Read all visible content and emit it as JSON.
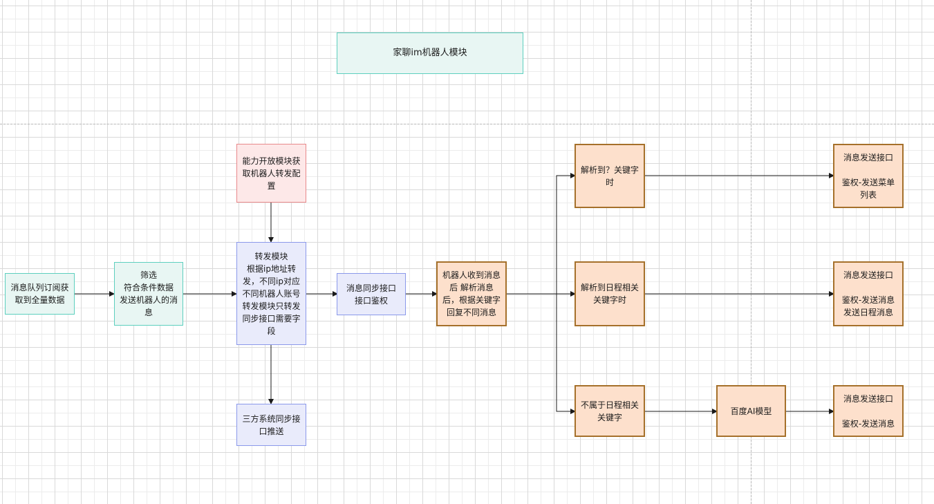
{
  "diagram": {
    "title": "家聊im机器人模块",
    "nodes": {
      "mq": "消息队列订阅获\n取到全量数据",
      "filter": "筛选\n符合条件数据\n发送机器人的消\n息",
      "capability": "能力开放模块获\n取机器人转发配\n置",
      "forward": "转发模块\n根据ip地址转\n发，不同ip对应\n不同机器人账号\n转发模块只转发\n同步接口需要字\n段",
      "third_party": "三方系统同步接\n口推送",
      "sync_auth": "消息同步接口\n接口鉴权",
      "robot": "机器人收到消息\n后 解析消息\n后，根据关键字\n回复不同消息",
      "kw_question": "解析到？关键字\n时",
      "kw_schedule": "解析到日程相关\n关键字时",
      "kw_other": "不属于日程相关\n关键字",
      "baidu_ai": "百度AI模型",
      "send_menu": "消息发送接口\n\n鉴权-发送菜单\n列表",
      "send_schedule": "消息发送接口\n\n鉴权-发送消息\n发送日程消息",
      "send_msg": "消息发送接口\n\n鉴权-发送消息"
    },
    "colors": {
      "teal_fill": "#e8f6f3",
      "teal_stroke": "#5ccfbe",
      "pink_fill": "#fde8e8",
      "pink_stroke": "#e8888a",
      "blue_fill": "#e9ebfb",
      "blue_stroke": "#8a98ea",
      "orange_fill": "#fde0cc",
      "orange_stroke": "#a5702a",
      "edge": "#1a1a1a"
    }
  }
}
